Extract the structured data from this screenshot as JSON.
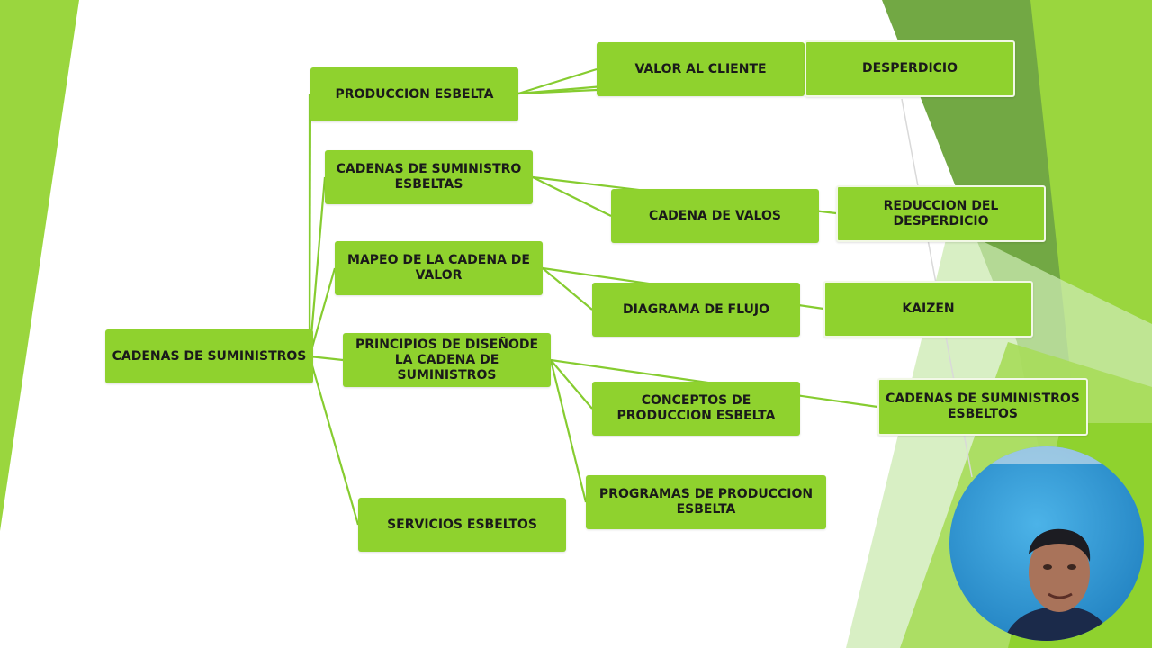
{
  "colors": {
    "background": "#ffffff",
    "node_fill": "#8fd22e",
    "node_text": "#1a1a1a",
    "connector": "#86cc30",
    "accent_light_green": "#9ad63e",
    "accent_dark_green": "#6aa33a",
    "webcam_blue": "#2a97d6"
  },
  "diagram": {
    "root": "CADENAS DE  SUMINISTROS",
    "nodes": {
      "produccion_esbelta": "PRODUCCION ESBELTA",
      "cadenas_suministro_esbeltas": "CADENAS DE SUMINISTRO ESBELTAS",
      "mapeo_cadena_valor": "MAPEO DE LA CADENA DE VALOR",
      "principios_diseno": "PRINCIPIOS DE DISEÑODE LA CADENA DE SUMINISTROS",
      "servicios_esbeltos": "SERVICIOS ESBELTOS",
      "valor_al_cliente": "VALOR AL CLIENTE",
      "desperdicio": "DESPERDICIO",
      "cadena_de_valos": "CADENA DE VALOS",
      "reduccion_desperdicio": "REDUCCION DEL DESPERDICIO",
      "diagrama_de_flujo": "DIAGRAMA DE FLUJO",
      "kaizen": "KAIZEN",
      "conceptos_produccion_esbelta": "CONCEPTOS DE PRODUCCION ESBELTA",
      "cadenas_suministros_esbeltos": "CADENAS DE SUMINISTROS ESBELTOS",
      "programas_produccion_esbelta": "PROGRAMAS DE PRODUCCION ESBELTA"
    }
  },
  "webcam": {
    "icon": "presenter-webcam-icon"
  }
}
